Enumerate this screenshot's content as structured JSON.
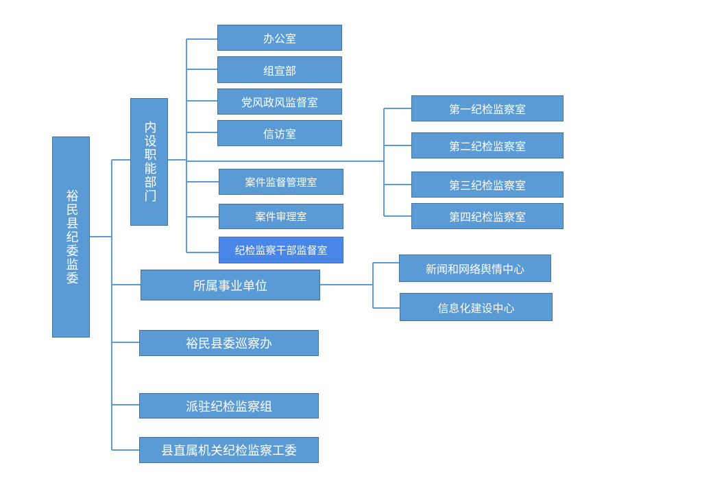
{
  "root": "裕民县纪委监委",
  "internal": {
    "title": "内设职能部门",
    "items": [
      "办公室",
      "组宣部",
      "党风政风监督室",
      "信访室",
      "案件监督管理室",
      "案件审理室",
      "纪检监察干部监督室"
    ],
    "inspection_rooms": [
      "第一纪检监察室",
      "第二纪检监察室",
      "第三纪检监察室",
      "第四纪检监察室"
    ]
  },
  "units": {
    "title": "所属事业单位",
    "items": [
      "新闻和网络舆情中心",
      "信息化建设中心"
    ]
  },
  "others": [
    "裕民县委巡察办",
    "派驻纪检监察组",
    "县直属机关纪检监察工委"
  ],
  "colors": {
    "box_fill": "#5b9bd5",
    "box_border": "#41719c",
    "line": "#5b9bd5",
    "highlight_fill": "#4a86e8"
  }
}
